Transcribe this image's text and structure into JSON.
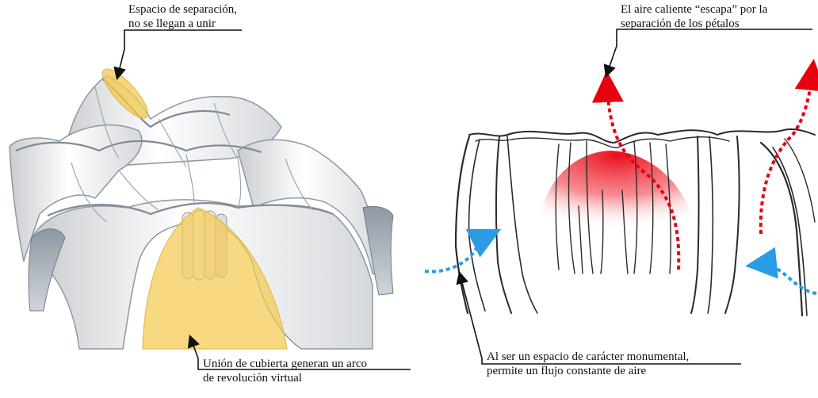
{
  "colors": {
    "highlight": "#f2c94c",
    "shell_fill": "#f4f4f4",
    "shell_shade": "#b9bcc0",
    "shell_edge": "#9aa6b2",
    "hot_air": "#e8000f",
    "cool_air": "#2a9ce6",
    "sketch": "#2a2a2a"
  },
  "annotations": {
    "gap": {
      "line1": "Espacio de separación,",
      "line2": "no se llegan a unir"
    },
    "arch": {
      "line1": "Unión de cubierta generan un arco",
      "line2": "de revolución virtual"
    },
    "hot_air": {
      "line1": "El aire caliente “escapa” por la",
      "line2": "separación de los pétalos"
    },
    "flow": {
      "line1": "Al ser un espacio de carácter monumental,",
      "line2": "permite un flujo constante de aire"
    }
  },
  "icons": {
    "hot_arrow": "red-dotted-arrow-icon",
    "cool_arrow": "blue-dotted-arrow-icon",
    "leader": "leader-arrow-icon"
  }
}
